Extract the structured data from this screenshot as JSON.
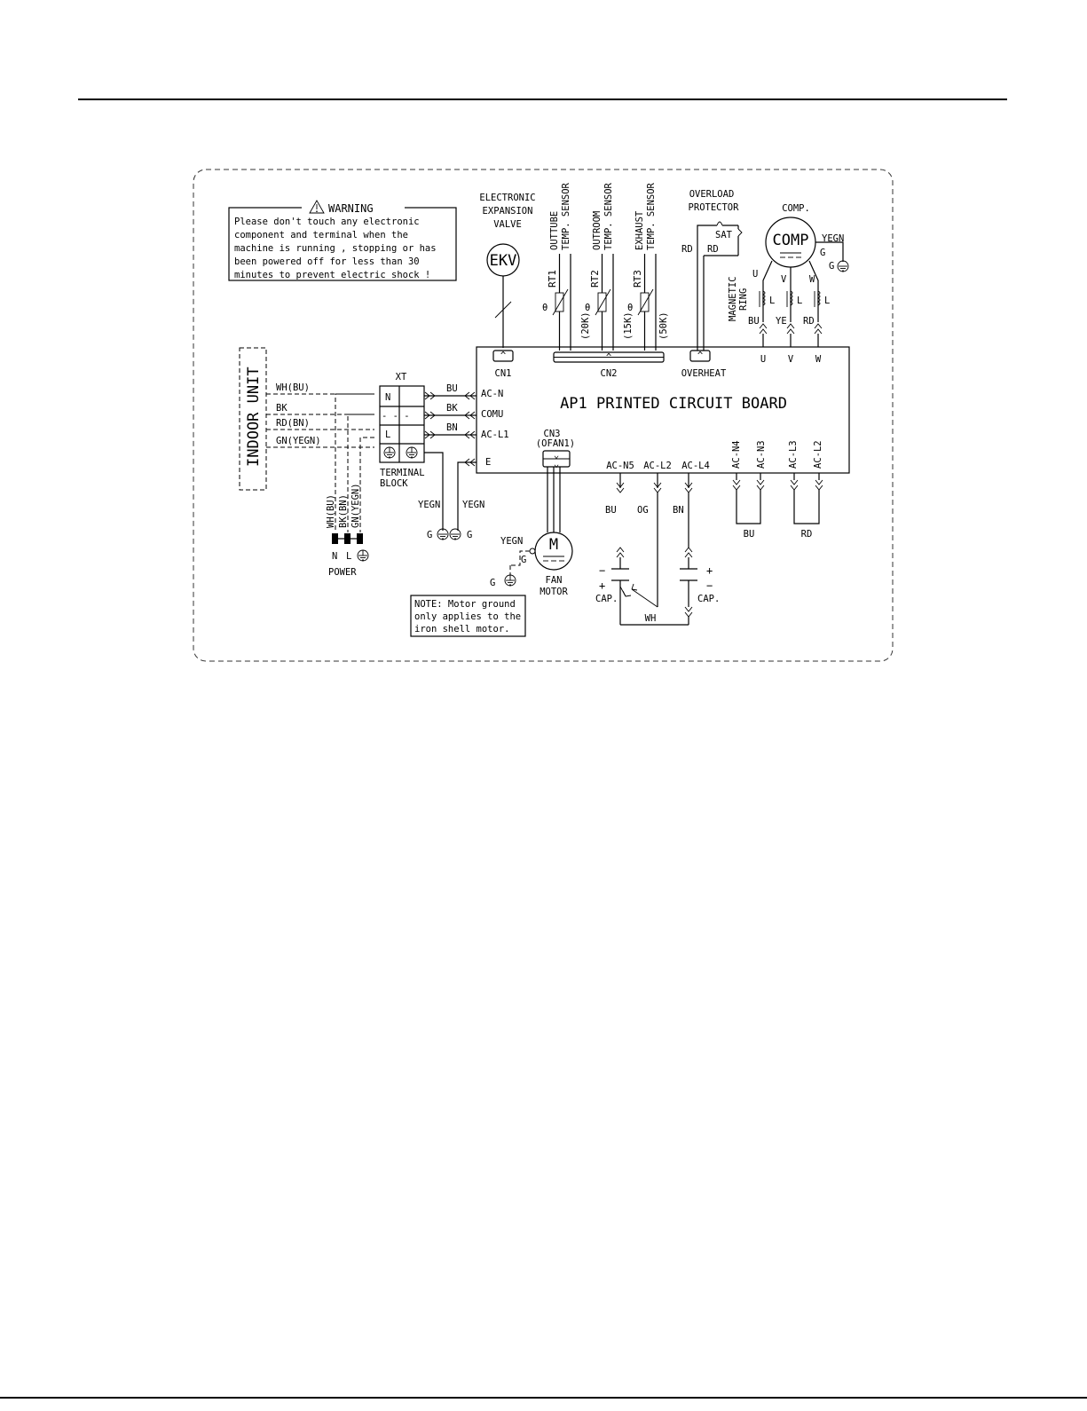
{
  "warning": {
    "title": "WARNING",
    "lines": [
      "Please don't touch any electronic",
      "component and terminal when the",
      "machine is running , stopping or has",
      "been powered off for less than 30",
      "minutes to prevent electric shock !"
    ]
  },
  "ekv": {
    "label_lines": [
      "ELECTRONIC",
      "EXPANSION",
      "VALVE"
    ],
    "symbol": "EKV",
    "connector": "CN1"
  },
  "sensors": [
    {
      "id": "RT1",
      "lines": [
        "OUTTUBE",
        "TEMP. SENSOR"
      ],
      "value": "(20K)"
    },
    {
      "id": "RT2",
      "lines": [
        "OUTROOM",
        "TEMP. SENSOR"
      ],
      "value": "(15K)"
    },
    {
      "id": "RT3",
      "lines": [
        "EXHAUST",
        "TEMP. SENSOR"
      ],
      "value": "(50K)"
    }
  ],
  "sensor_connector": "CN2",
  "overload": {
    "label_lines": [
      "OVERLOAD",
      "PROTECTOR"
    ],
    "sat": "SAT",
    "wire_left": "RD",
    "wire_right": "RD",
    "connector": "OVERHEAT"
  },
  "compressor": {
    "label": "COMP.",
    "symbol": "COMP",
    "ground_wire": "YEGN",
    "ground_g": "G",
    "ground_g2": "G",
    "phases": [
      "U",
      "V",
      "W"
    ],
    "phase_wires": [
      "BU",
      "YE",
      "RD"
    ],
    "inductor": "L",
    "ring_lines": [
      "MAGNETIC",
      "RING"
    ],
    "board_terminals": [
      "U",
      "V",
      "W"
    ]
  },
  "board": {
    "title": "AP1 PRINTED CIRCUIT BOARD",
    "left_terminals": [
      "AC-N",
      "COMU",
      "AC-L1",
      "E"
    ],
    "left_wires": [
      "BU",
      "BK",
      "BN"
    ],
    "bottom_terminals": [
      "AC-N5",
      "AC-L2",
      "AC-L4"
    ],
    "bottom_wires": [
      "BU",
      "OG",
      "BN"
    ],
    "vertical_terminals": [
      "AC-N4",
      "AC-N3",
      "AC-L3",
      "AC-L2"
    ],
    "jumpers": [
      "BU",
      "RD"
    ],
    "fan_connector": [
      "CN3",
      "(OFAN1)"
    ]
  },
  "indoor_unit": {
    "label": "INDOOR UNIT",
    "wires": [
      "WH(BU)",
      "BK",
      "RD(BN)",
      "GN(YEGN)"
    ]
  },
  "terminal_block": {
    "title": "XT",
    "rows": [
      "N",
      "- - -",
      "L"
    ],
    "caption_lines": [
      "TERMINAL",
      "BLOCK"
    ],
    "ground_wires": [
      "YEGN",
      "YEGN"
    ],
    "ground_labels": [
      "G",
      "G"
    ]
  },
  "power": {
    "wires": [
      "WH(BU)",
      "BK(BN)",
      "GN(YEGN)"
    ],
    "terminals": [
      "N",
      "L"
    ],
    "label": "POWER"
  },
  "fan_motor": {
    "symbol": "M",
    "label_lines": [
      "FAN",
      "MOTOR"
    ],
    "ground_wire": "YEGN",
    "ground_g": "G",
    "ground_g2": "G"
  },
  "capacitors": {
    "label": "CAP.",
    "common_wire": "WH",
    "signs": [
      "−",
      "+",
      "+",
      "−"
    ]
  },
  "note_lines": [
    "NOTE: Motor ground",
    "only applies to the",
    "iron shell motor."
  ]
}
